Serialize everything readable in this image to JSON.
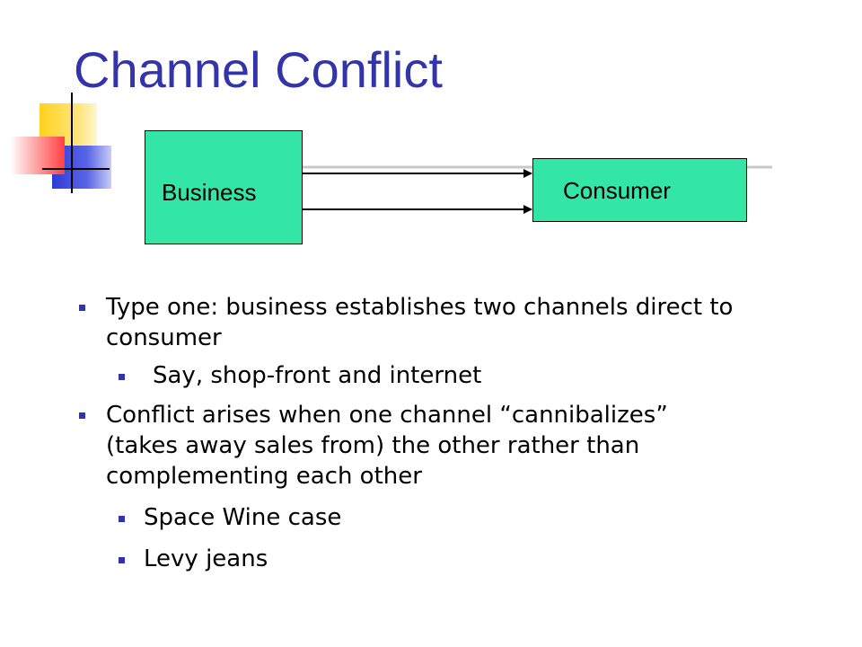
{
  "slide": {
    "title": "Channel Conflict",
    "accent_color": "#3333aa",
    "box_color": "#33e6a6"
  },
  "diagram": {
    "business_label": "Business",
    "consumer_label": "Consumer"
  },
  "bullets": {
    "b1_line1": "Type one: business establishes two channels direct to",
    "b1_line2": "consumer",
    "b1_sub1": "Say, shop-front and internet",
    "b2_line1": "Conflict arises when one channel “cannibalizes”",
    "b2_line2": "(takes away sales from) the other rather than",
    "b2_line3": "complementing each other",
    "b2_sub1": "Space Wine case",
    "b2_sub2": "Levy jeans"
  }
}
